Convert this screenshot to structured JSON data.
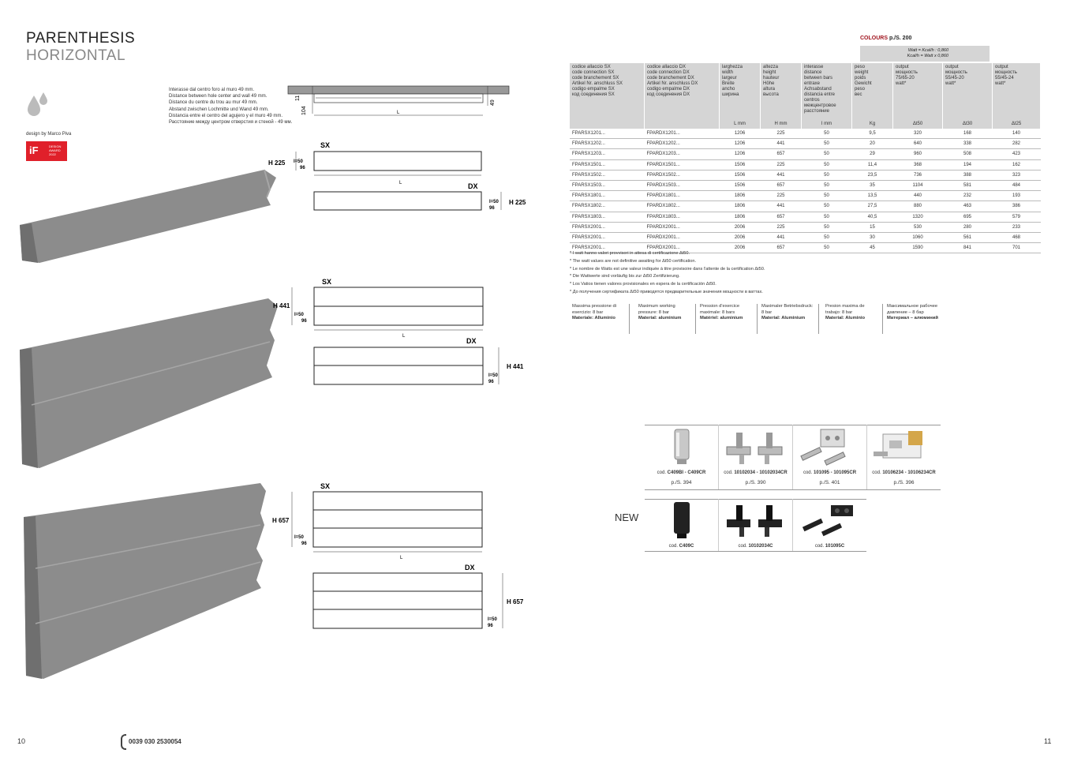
{
  "title": {
    "line1": "PARENTHESIS",
    "line2": "HORIZONTAL"
  },
  "designer": "design by Marco Piva",
  "award": {
    "logo": "iF",
    "text1": "DESIGN",
    "text2": "AWARD",
    "text3": "2022"
  },
  "note_lines": [
    "Interasse dal centro foro al muro 49  mm.",
    "Distance between hole center and wall 49 mm.",
    "Distance du centre du trou au mur 49 mm.",
    "Abstand zwischen Lochmitte und Wand 49 mm.",
    "Distancia entre el centro del agujero y el muro 49 mm.",
    "Расстояние между центром отверстия и стеной - 49 мм."
  ],
  "top_view": {
    "dim_11": "11",
    "dim_104": "104",
    "dim_49": "49",
    "dim_L": "L"
  },
  "drawings": {
    "sx": "SX",
    "dx": "DX",
    "l": "L",
    "i50": "I=50",
    "d96": "96",
    "h225": "H 225",
    "h441": "H 441",
    "h657": "H 657"
  },
  "page_left": "10",
  "page_right": "11",
  "phone": "0039 030 2530054",
  "colours": {
    "label": "COLOURS",
    "ref": "p./S. 200"
  },
  "watt_note": {
    "line1": "Watt = Kcal/h : 0,860",
    "line2": "Kcal/h = Watt x 0,860"
  },
  "table": {
    "headers": [
      {
        "lines": [
          "codice allaccio SX",
          "code connection SX",
          "code branchement SX",
          "Artikel Nr. anschluss SX",
          "codigo empalme SX",
          "код соединения SX"
        ],
        "unit": ""
      },
      {
        "lines": [
          "codice allaccio DX",
          "code connection DX",
          "code branchement DX",
          "Artikel Nr. anschluss DX",
          "codigo empalme DX",
          "код соединения DX"
        ],
        "unit": ""
      },
      {
        "lines": [
          "larghezza",
          "width",
          "largeur",
          "Breite",
          "ancho",
          "ширина"
        ],
        "unit": "L mm"
      },
      {
        "lines": [
          "altezza",
          "height",
          "hauteur",
          "Höhe",
          "altura",
          "высота"
        ],
        "unit": "H mm"
      },
      {
        "lines": [
          "interasse",
          "distance",
          "between bars",
          "entraxe",
          "Achsabstand",
          "distancia entre",
          "centros",
          "межцентровое",
          "расстояние"
        ],
        "unit": "I mm"
      },
      {
        "lines": [
          "peso",
          "weight",
          "poids",
          "Gewicht",
          "peso",
          "вес"
        ],
        "unit": "Kg"
      },
      {
        "lines": [
          "output",
          "мощность",
          "",
          "75/65-20",
          "",
          "watt*"
        ],
        "unit": "Δt50"
      },
      {
        "lines": [
          "output",
          "мощность",
          "",
          "55/45-20",
          "",
          "watt*"
        ],
        "unit": "Δt30"
      },
      {
        "lines": [
          "output",
          "мощность",
          "",
          "55/45-24",
          "",
          "watt*"
        ],
        "unit": "Δt25"
      }
    ],
    "rows": [
      [
        "FPARSX1201...",
        "FPARDX1201...",
        "1206",
        "225",
        "50",
        "9,5",
        "320",
        "168",
        "140"
      ],
      [
        "FPARSX1202...",
        "FPARDX1202...",
        "1206",
        "441",
        "50",
        "20",
        "640",
        "338",
        "282"
      ],
      [
        "FPARSX1203...",
        "FPARDX1203...",
        "1206",
        "657",
        "50",
        "29",
        "960",
        "508",
        "423"
      ],
      [
        "FPARSX1501...",
        "FPARDX1501...",
        "1506",
        "225",
        "50",
        "11,4",
        "368",
        "194",
        "162"
      ],
      [
        "FPARSX1502...",
        "FPARDX1502...",
        "1506",
        "441",
        "50",
        "23,5",
        "736",
        "388",
        "323"
      ],
      [
        "FPARSX1503...",
        "FPARDX1503...",
        "1506",
        "657",
        "50",
        "35",
        "1104",
        "581",
        "484"
      ],
      [
        "FPARSX1801...",
        "FPARDX1801...",
        "1806",
        "225",
        "50",
        "13,5",
        "440",
        "232",
        "193"
      ],
      [
        "FPARSX1802...",
        "FPARDX1802...",
        "1806",
        "441",
        "50",
        "27,5",
        "880",
        "463",
        "386"
      ],
      [
        "FPARSX1803...",
        "FPARDX1803...",
        "1806",
        "657",
        "50",
        "40,5",
        "1320",
        "695",
        "579"
      ],
      [
        "FPARSX2001...",
        "FPARDX2001...",
        "2006",
        "225",
        "50",
        "15",
        "530",
        "280",
        "233"
      ],
      [
        "FPARSX2001...",
        "FPARDX2001...",
        "2006",
        "441",
        "50",
        "30",
        "1060",
        "561",
        "468"
      ],
      [
        "FPARSX2001...",
        "FPARDX2001...",
        "2006",
        "657",
        "50",
        "45",
        "1590",
        "841",
        "701"
      ]
    ]
  },
  "footnotes": [
    "* I watt hanno valori provvisori in attesa di certificazione Δt50.",
    "* The watt values are not definitive awaiting for Δt50 certification.",
    "* Le nombre de Watts est une valeur indiquée à titre provisoire dans l'attente de la certification Δt50.",
    "* Die Wattwerte sind vorläufig bis zur Δt50 Zertifizierung.",
    "* Los Vatios tienen valores provisionales en espera de la certificación Δt50.",
    "* До получения сертификата Δt50 приводятся предварительные значения мощности в ваттах."
  ],
  "pressure": [
    {
      "l1": "Massima pressione di",
      "l2": "esercizio: 8 bar",
      "l3": "Materiale: Alluminio"
    },
    {
      "l1": "Maximum working",
      "l2": "pressure: 8 bar",
      "l3": "Material: aluminium"
    },
    {
      "l1": "Pression d'exercice",
      "l2": "maximale: 8 bars",
      "l3": "Matériel: aluminium"
    },
    {
      "l1": "Maximaler  Betriebsdruck:",
      "l2": "8 bar",
      "l3": "Material: Aluminium"
    },
    {
      "l1": "Presion maxima de",
      "l2": "trabajo: 8 bar",
      "l3": "Material: Aluminio"
    },
    {
      "l1": "Максимальное рабочее",
      "l2": "давление – 8 бар",
      "l3": "Материал – алюминий"
    }
  ],
  "accessories_chrome": [
    {
      "cod_prefix": "cod.",
      "code": "C409BI - C409CR",
      "page": "p./S. 394",
      "icon": "thermostatic-head-icon"
    },
    {
      "cod_prefix": "cod.",
      "code": "10102034 - 10102034CR",
      "page": "p./S. 390",
      "icon": "valve-kit-icon"
    },
    {
      "cod_prefix": "cod.",
      "code": "101095 - 101095CR",
      "page": "p./S. 401",
      "icon": "pipe-cover-icon"
    },
    {
      "cod_prefix": "cod.",
      "code": "10106234 - 10106234CR",
      "page": "p./S. 396",
      "icon": "valve-set-icon"
    }
  ],
  "new_label": "NEW",
  "accessories_black": [
    {
      "cod_prefix": "cod.",
      "code": "C409C",
      "icon": "black-thermostatic-head-icon"
    },
    {
      "cod_prefix": "cod.",
      "code": "10102034C",
      "icon": "black-valve-kit-icon"
    },
    {
      "cod_prefix": "cod.",
      "code": "101095C",
      "icon": "black-pipe-cover-icon"
    }
  ],
  "colors": {
    "award_red": "#e0202a",
    "colours_red": "#a0141e",
    "radiator_grey": "#8c8c8c",
    "header_grey": "#d5d5d5"
  }
}
